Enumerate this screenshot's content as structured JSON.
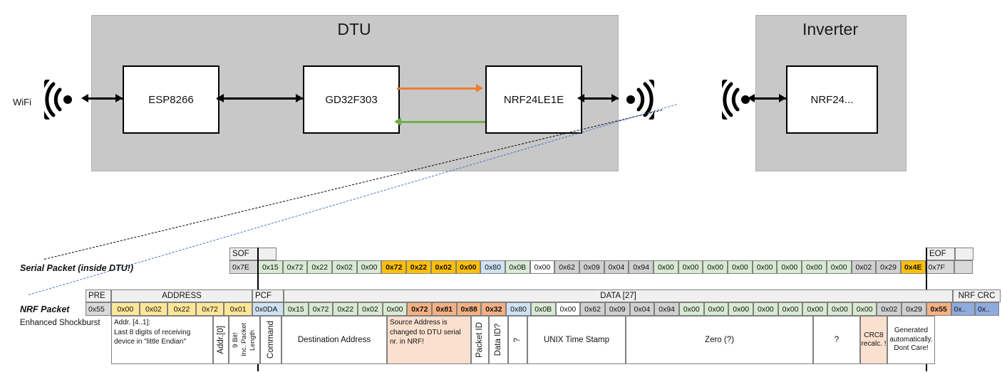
{
  "top_diagram": {
    "dtu": {
      "title": "DTU",
      "chips": [
        "ESP8266",
        "GD32F303",
        "NRF24LE1E"
      ],
      "wifi_label": "WiFi",
      "orange_arrow": "tx",
      "green_arrow": "rx"
    },
    "inverter": {
      "title": "Inverter",
      "chips": [
        "NRF24..."
      ]
    }
  },
  "labels": {
    "serial_packet": "Serial Packet (inside DTU!)",
    "nrf_packet": "NRF Packet",
    "enhanced_shockburst": "Enhanced Shockburst"
  },
  "serial_row": {
    "sof_header": "SOF",
    "eof_header": "EOF",
    "sof_value": "0x7E",
    "eof_value": "0x7F",
    "bytes": [
      {
        "v": "0x15",
        "c": "green"
      },
      {
        "v": "0x72",
        "c": "green"
      },
      {
        "v": "0x22",
        "c": "green"
      },
      {
        "v": "0x02",
        "c": "green"
      },
      {
        "v": "0x00",
        "c": "green"
      },
      {
        "v": "0x72",
        "c": "amber"
      },
      {
        "v": "0x22",
        "c": "amber"
      },
      {
        "v": "0x02",
        "c": "amber"
      },
      {
        "v": "0x00",
        "c": "amber"
      },
      {
        "v": "0x80",
        "c": "blue"
      },
      {
        "v": "0x0B",
        "c": "green"
      },
      {
        "v": "0x00",
        "c": "white"
      },
      {
        "v": "0x62",
        "c": "dgrey"
      },
      {
        "v": "0x09",
        "c": "dgrey"
      },
      {
        "v": "0x04",
        "c": "dgrey"
      },
      {
        "v": "0x94",
        "c": "dgrey"
      },
      {
        "v": "0x00",
        "c": "green"
      },
      {
        "v": "0x00",
        "c": "green"
      },
      {
        "v": "0x00",
        "c": "green"
      },
      {
        "v": "0x00",
        "c": "green"
      },
      {
        "v": "0x00",
        "c": "green"
      },
      {
        "v": "0x00",
        "c": "green"
      },
      {
        "v": "0x00",
        "c": "green"
      },
      {
        "v": "0x00",
        "c": "green"
      },
      {
        "v": "0x02",
        "c": "dgrey"
      },
      {
        "v": "0x29",
        "c": "dgrey"
      },
      {
        "v": "0x4E",
        "c": "amber"
      }
    ]
  },
  "nrf_row": {
    "headers": {
      "pre": "PRE",
      "address": "ADDRESS",
      "pcf": "PCF",
      "data": "DATA [27]",
      "nrf_crc": "NRF CRC"
    },
    "pre_value": "0x55",
    "address_values": [
      "0x00",
      "0x02",
      "0x22",
      "0x72",
      "0x01"
    ],
    "pcf_value": "0x0DA",
    "crc_values": [
      "0x..",
      "0x.."
    ],
    "bytes": [
      {
        "v": "0x15",
        "c": "green"
      },
      {
        "v": "0x72",
        "c": "green"
      },
      {
        "v": "0x22",
        "c": "green"
      },
      {
        "v": "0x02",
        "c": "green"
      },
      {
        "v": "0x00",
        "c": "green"
      },
      {
        "v": "0x72",
        "c": "salmon"
      },
      {
        "v": "0x81",
        "c": "salmon"
      },
      {
        "v": "0x88",
        "c": "salmon"
      },
      {
        "v": "0x32",
        "c": "salmon"
      },
      {
        "v": "0x80",
        "c": "blue"
      },
      {
        "v": "0x0B",
        "c": "green"
      },
      {
        "v": "0x00",
        "c": "white"
      },
      {
        "v": "0x62",
        "c": "dgrey"
      },
      {
        "v": "0x09",
        "c": "dgrey"
      },
      {
        "v": "0x04",
        "c": "dgrey"
      },
      {
        "v": "0x94",
        "c": "dgrey"
      },
      {
        "v": "0x00",
        "c": "green"
      },
      {
        "v": "0x00",
        "c": "green"
      },
      {
        "v": "0x00",
        "c": "green"
      },
      {
        "v": "0x00",
        "c": "green"
      },
      {
        "v": "0x00",
        "c": "green"
      },
      {
        "v": "0x00",
        "c": "green"
      },
      {
        "v": "0x00",
        "c": "green"
      },
      {
        "v": "0x00",
        "c": "green"
      },
      {
        "v": "0x02",
        "c": "dgrey"
      },
      {
        "v": "0x29",
        "c": "dgrey"
      },
      {
        "v": "0x55",
        "c": "salmon"
      }
    ]
  },
  "descriptions": {
    "address": "Addr. [4..1]:\nLast 8 digits of receiving device in \"little Endian\"",
    "addr0": "Addr.[0]",
    "pcf_a": "9 Bit!",
    "pcf_b": "Inc. Packet",
    "pcf_c": "Length",
    "command": "Command",
    "destination_address": "Destination Address",
    "source_address": "Source Address is changed to DTU serial nr. in NRF!",
    "packet_id": "Packet ID",
    "data_id": "Data ID?",
    "tilde": "?",
    "unix_time_stamp": "UNIX Time Stamp",
    "zero": "Zero (?)",
    "question": "?",
    "crc8": "CRC8 recalc. !",
    "nrf_crc_note": "Generated automatically. Dont Care!"
  },
  "colors": {
    "device_fill": "#c8c8c8",
    "green": "#d9ead3",
    "amber": "#FFC000",
    "blue": "#cfe2f3",
    "dark_grey": "#d0d0d0",
    "salmon": "#F4B183",
    "salmon_light": "#FBE0CF",
    "yellow": "#FFE699",
    "nrf_blue": "#8FAADC",
    "orange_arrow": "#ED7D31",
    "green_arrow": "#70AD47",
    "dash_blue": "#4472C4"
  }
}
